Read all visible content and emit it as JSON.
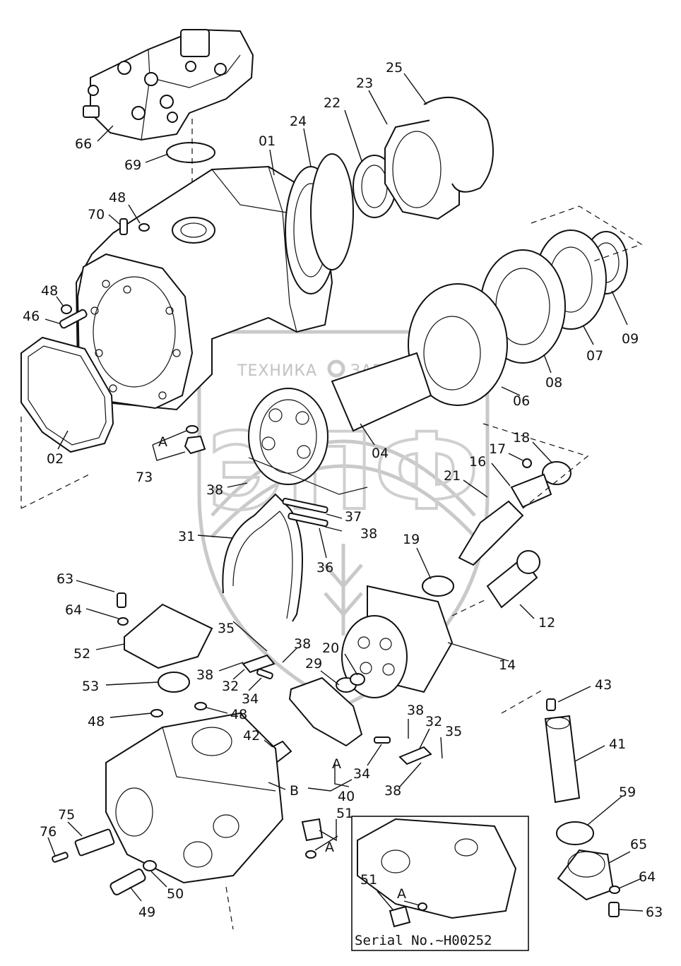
{
  "watermark": {
    "left_text": "ТЕХНИКА",
    "right_text": "ЗАПЧАСТИ",
    "logo_text": "ЭПФ"
  },
  "inset": {
    "serial_text": "Serial No.~H00252"
  },
  "parts": [
    {
      "id": "66",
      "label": "66"
    },
    {
      "id": "69",
      "label": "69"
    },
    {
      "id": "01",
      "label": "01"
    },
    {
      "id": "24",
      "label": "24"
    },
    {
      "id": "22",
      "label": "22"
    },
    {
      "id": "23",
      "label": "23"
    },
    {
      "id": "25",
      "label": "25"
    },
    {
      "id": "48a",
      "label": "48"
    },
    {
      "id": "70",
      "label": "70"
    },
    {
      "id": "48b",
      "label": "48"
    },
    {
      "id": "46",
      "label": "46"
    },
    {
      "id": "02",
      "label": "02"
    },
    {
      "id": "A1",
      "label": "A"
    },
    {
      "id": "73",
      "label": "73"
    },
    {
      "id": "09",
      "label": "09"
    },
    {
      "id": "07",
      "label": "07"
    },
    {
      "id": "08",
      "label": "08"
    },
    {
      "id": "06",
      "label": "06"
    },
    {
      "id": "04",
      "label": "04"
    },
    {
      "id": "18",
      "label": "18"
    },
    {
      "id": "17",
      "label": "17"
    },
    {
      "id": "16",
      "label": "16"
    },
    {
      "id": "21",
      "label": "21"
    },
    {
      "id": "38a",
      "label": "38"
    },
    {
      "id": "37",
      "label": "37"
    },
    {
      "id": "38b",
      "label": "38"
    },
    {
      "id": "31",
      "label": "31"
    },
    {
      "id": "36",
      "label": "36"
    },
    {
      "id": "19",
      "label": "19"
    },
    {
      "id": "12",
      "label": "12"
    },
    {
      "id": "63a",
      "label": "63"
    },
    {
      "id": "64a",
      "label": "64"
    },
    {
      "id": "35a",
      "label": "35"
    },
    {
      "id": "52",
      "label": "52"
    },
    {
      "id": "38c",
      "label": "38"
    },
    {
      "id": "20",
      "label": "20"
    },
    {
      "id": "14",
      "label": "14"
    },
    {
      "id": "38d",
      "label": "38"
    },
    {
      "id": "32a",
      "label": "32"
    },
    {
      "id": "29",
      "label": "29"
    },
    {
      "id": "53",
      "label": "53"
    },
    {
      "id": "34a",
      "label": "34"
    },
    {
      "id": "43",
      "label": "43"
    },
    {
      "id": "48c",
      "label": "48"
    },
    {
      "id": "48d",
      "label": "48"
    },
    {
      "id": "38e",
      "label": "38"
    },
    {
      "id": "32b",
      "label": "32"
    },
    {
      "id": "35b",
      "label": "35"
    },
    {
      "id": "42",
      "label": "42"
    },
    {
      "id": "41",
      "label": "41"
    },
    {
      "id": "A2",
      "label": "A"
    },
    {
      "id": "34b",
      "label": "34"
    },
    {
      "id": "B",
      "label": "B"
    },
    {
      "id": "38f",
      "label": "38"
    },
    {
      "id": "40",
      "label": "40"
    },
    {
      "id": "59",
      "label": "59"
    },
    {
      "id": "51a",
      "label": "51"
    },
    {
      "id": "A3",
      "label": "A"
    },
    {
      "id": "65",
      "label": "65"
    },
    {
      "id": "64b",
      "label": "64"
    },
    {
      "id": "76",
      "label": "76"
    },
    {
      "id": "75",
      "label": "75"
    },
    {
      "id": "51b",
      "label": "51"
    },
    {
      "id": "A4",
      "label": "A"
    },
    {
      "id": "50",
      "label": "50"
    },
    {
      "id": "49",
      "label": "49"
    },
    {
      "id": "63b",
      "label": "63"
    }
  ]
}
